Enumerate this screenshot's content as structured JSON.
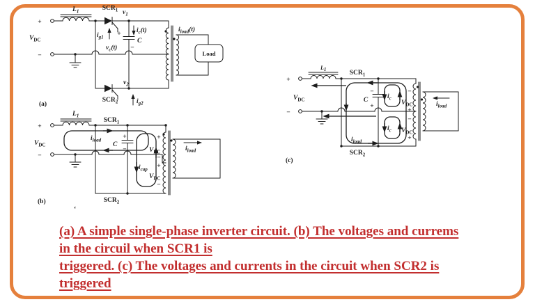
{
  "colors": {
    "border": "#E5803C",
    "caption_red": "#C22E2E",
    "ink": "#1C1C1C",
    "background": "#FFFFFF"
  },
  "caption": {
    "lines": [
      "(a) A simple single-phase inverter circuit. (b) The voltages and currems",
      "in the circuil when SCR1 is",
      "triggered. (c) The voltages and currents in the circuit when SCR2 is",
      "triggered"
    ]
  },
  "sym": {
    "plus": "+",
    "minus": "−",
    "V": "V",
    "DC": "DC",
    "L": "L",
    "n1": "1",
    "n2": "2",
    "SCR": "SCR",
    "v": "v",
    "i": "i",
    "csub": "c",
    "t": "(t)",
    "g1": "g1",
    "g2": "g2",
    "load": "load",
    "cap": "cap",
    "C": "C",
    "Load": "Load",
    "panel_a": "(a)",
    "panel_b": "(b)",
    "panel_c": "(c)",
    "tick": "‘"
  }
}
